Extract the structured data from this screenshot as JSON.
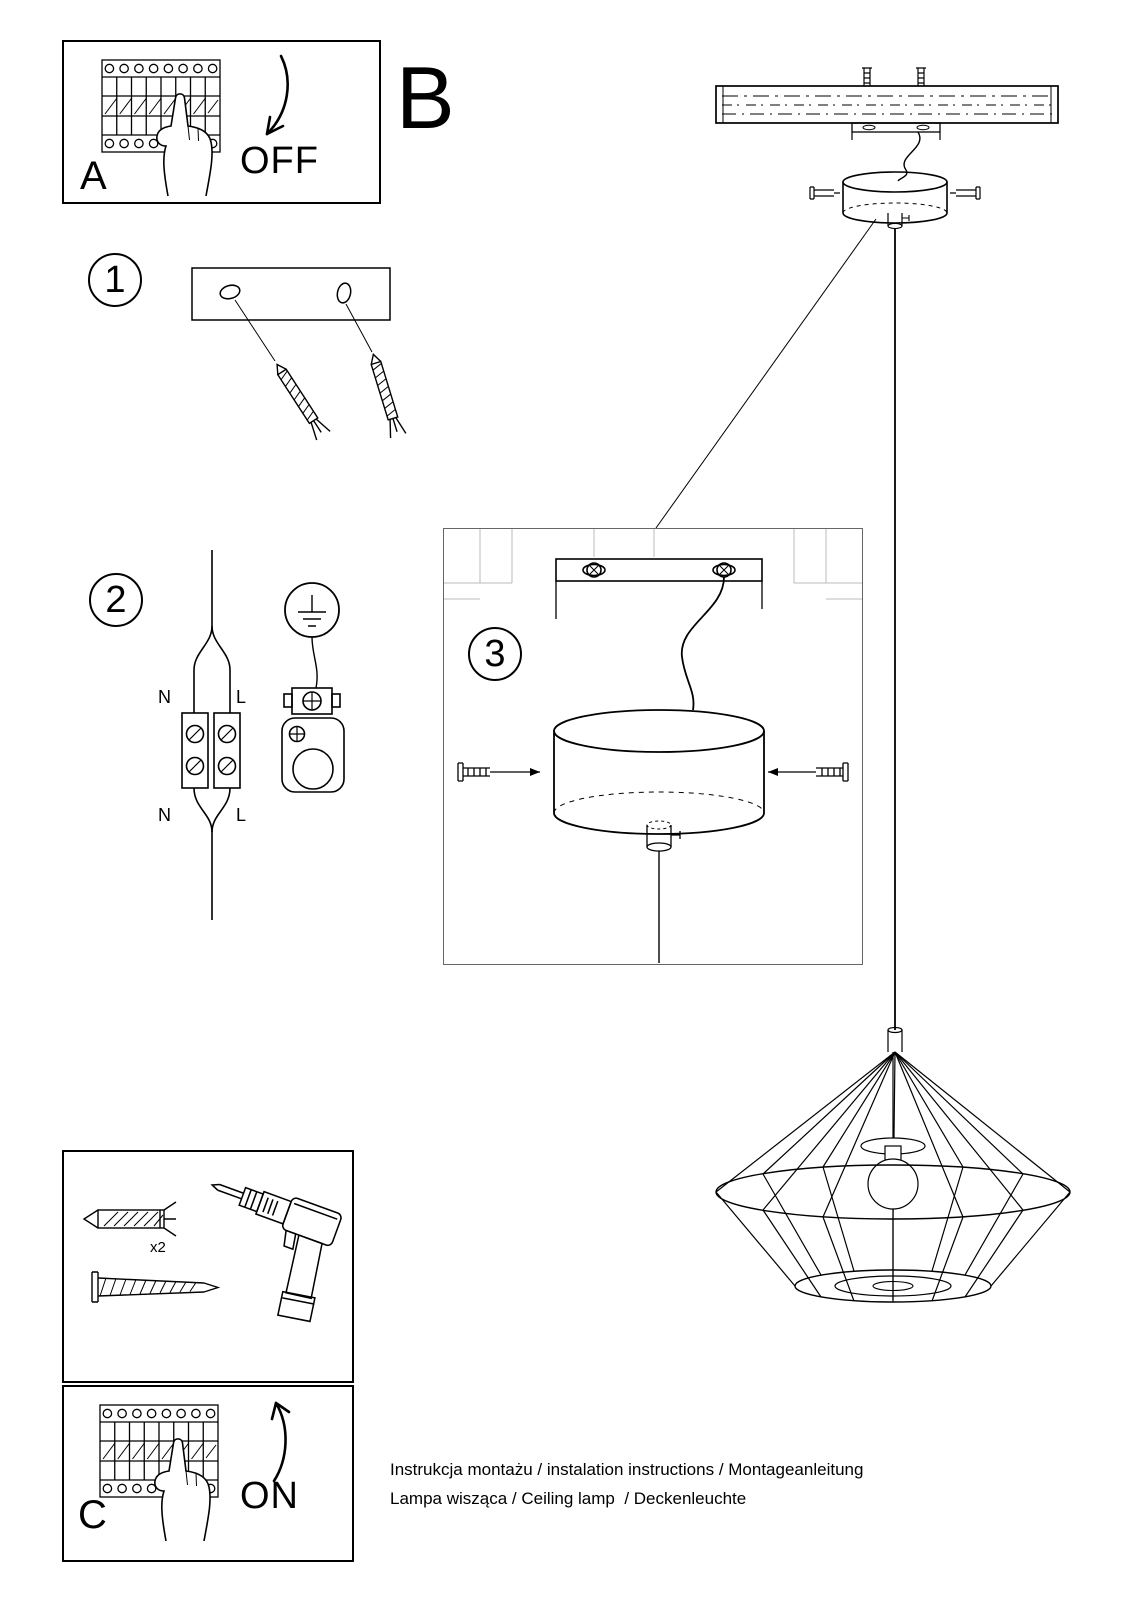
{
  "page": {
    "colors": {
      "ink": "#000000",
      "detail_box_border": "#666666",
      "faint_line": "#bbbbbb"
    }
  },
  "panel_a": {
    "label": "A",
    "action": "OFF"
  },
  "section_b": {
    "label": "B"
  },
  "steps": {
    "step1": {
      "number": "1"
    },
    "step2": {
      "number": "2",
      "wire_labels": {
        "top_left": "N",
        "top_right": "L",
        "bottom_left": "N",
        "bottom_right": "L"
      }
    },
    "step3": {
      "number": "3"
    }
  },
  "tools_panel": {
    "anchor_count": "x2"
  },
  "panel_c": {
    "label": "C",
    "action": "ON"
  },
  "footer": {
    "line1": "Instrukcja montażu / instalation instructions / Montageanleitung",
    "line2": "Lampa wisząca / Ceiling lamp  / Deckenleuchte"
  }
}
